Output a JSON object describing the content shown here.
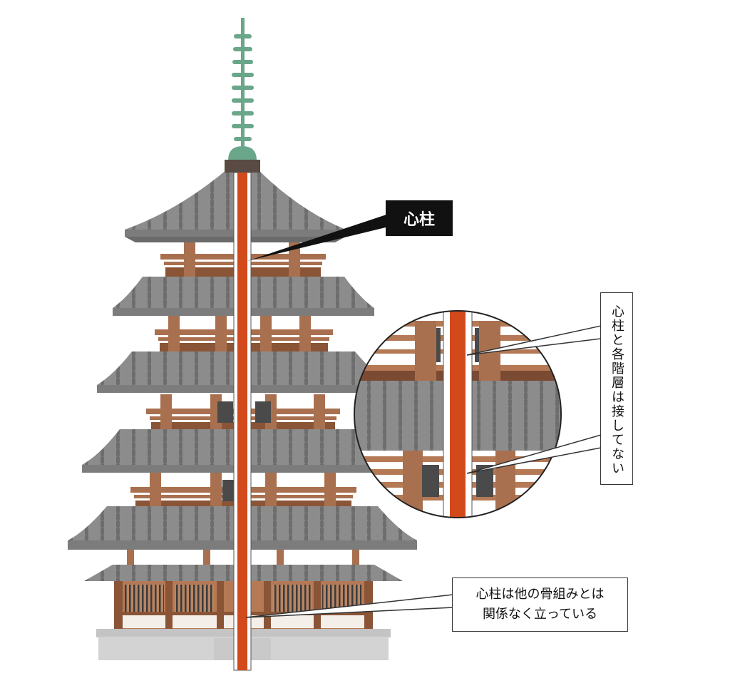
{
  "title": "",
  "labels": {
    "core_pillar": "心柱",
    "not_touching": "心柱と各階層は接してない",
    "independent_line1": "心柱は他の骨組みとは",
    "independent_line2": "関係なく立っている"
  },
  "colors": {
    "roof": "#8a8a8a",
    "roof_dark": "#6b6b6b",
    "wood": "#a9704f",
    "wood_dark": "#7a4a33",
    "pillar": "#d24a1c",
    "finial": "#6aa68a",
    "base": "#cccccc"
  }
}
